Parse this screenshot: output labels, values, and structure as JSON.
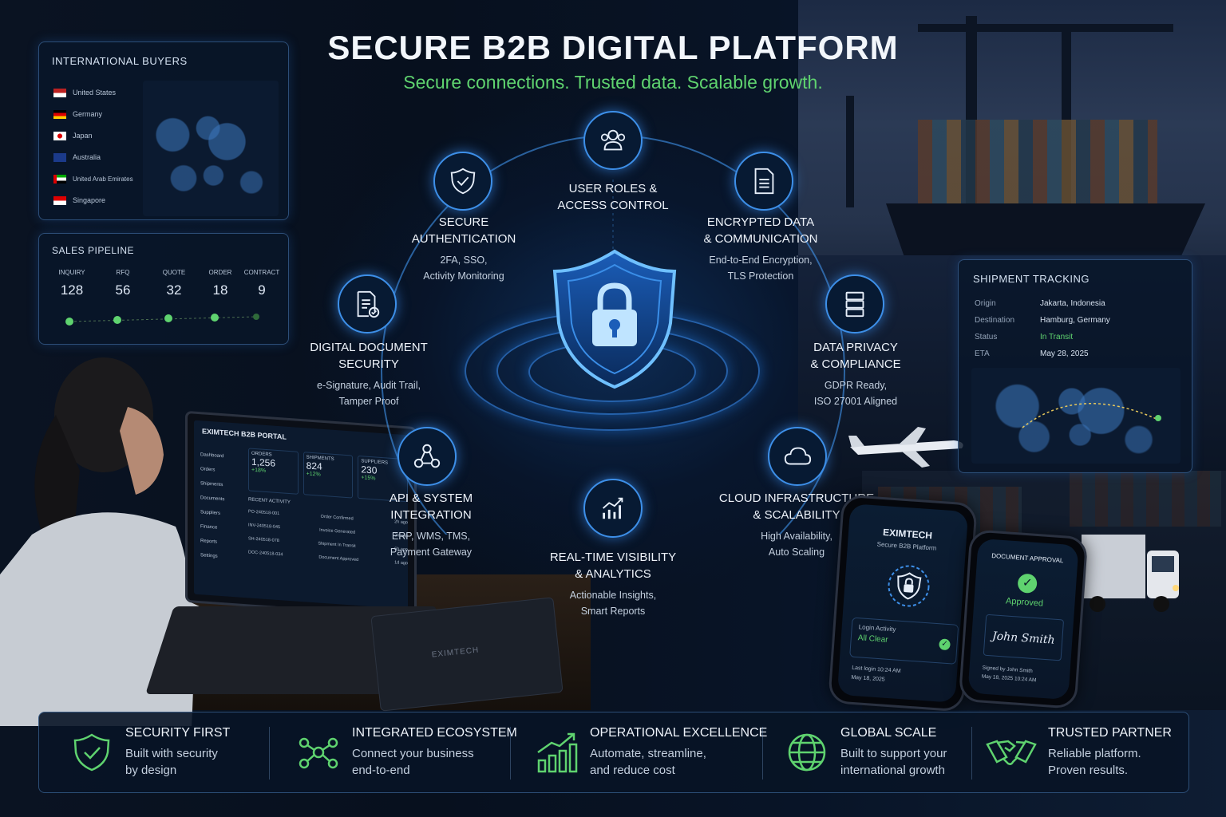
{
  "header": {
    "title": "SECURE B2B DIGITAL PLATFORM",
    "subtitle": "Secure connections. Trusted data. Scalable growth."
  },
  "colors": {
    "accent_blue": "#3d8fe8",
    "accent_green": "#5fd36f",
    "background": "#050d1a"
  },
  "buyers_panel": {
    "title": "INTERNATIONAL BUYERS",
    "countries": [
      "United States",
      "Germany",
      "Japan",
      "Australia",
      "United Arab Emirates",
      "Singapore"
    ]
  },
  "pipeline_panel": {
    "title": "SALES PIPELINE",
    "stages": [
      {
        "label": "INQUIRY",
        "value": "128"
      },
      {
        "label": "RFQ",
        "value": "56"
      },
      {
        "label": "QUOTE",
        "value": "32"
      },
      {
        "label": "ORDER",
        "value": "18"
      },
      {
        "label": "CONTRACT",
        "value": "9"
      }
    ]
  },
  "shipment_panel": {
    "title": "SHIPMENT TRACKING",
    "rows": [
      {
        "label": "Origin",
        "value": "Jakarta, Indonesia"
      },
      {
        "label": "Destination",
        "value": "Hamburg, Germany"
      },
      {
        "label": "Status",
        "value": "In Transit"
      },
      {
        "label": "ETA",
        "value": "May 28, 2025"
      }
    ]
  },
  "features": {
    "user_roles": {
      "title_1": "USER ROLES &",
      "title_2": "ACCESS CONTROL",
      "icon": "users-icon"
    },
    "secure_auth": {
      "title_1": "SECURE",
      "title_2": "AUTHENTICATION",
      "desc_1": "2FA, SSO,",
      "desc_2": "Activity Monitoring",
      "icon": "shield-check-icon"
    },
    "encrypted": {
      "title_1": "ENCRYPTED DATA",
      "title_2": "& COMMUNICATION",
      "desc_1": "End-to-End Encryption,",
      "desc_2": "TLS Protection",
      "icon": "document-icon"
    },
    "doc_security": {
      "title_1": "DIGITAL DOCUMENT",
      "title_2": "SECURITY",
      "desc_1": "e-Signature, Audit Trail,",
      "desc_2": "Tamper Proof",
      "icon": "document-check-icon"
    },
    "privacy": {
      "title_1": "DATA PRIVACY",
      "title_2": "& COMPLIANCE",
      "desc_1": "GDPR Ready,",
      "desc_2": "ISO 27001 Aligned",
      "icon": "server-icon"
    },
    "api": {
      "title_1": "API & SYSTEM",
      "title_2": "INTEGRATION",
      "desc_1": "ERP, WMS, TMS,",
      "desc_2": "Payment Gateway",
      "icon": "network-icon"
    },
    "cloud": {
      "title_1": "CLOUD INFRASTRUCTURE",
      "title_2": "& SCALABILITY",
      "desc_1": "High Availability,",
      "desc_2": "Auto Scaling",
      "icon": "cloud-icon"
    },
    "realtime": {
      "title_1": "REAL-TIME VISIBILITY",
      "title_2": "& ANALYTICS",
      "desc_1": "Actionable Insights,",
      "desc_2": "Smart Reports",
      "icon": "chart-icon"
    }
  },
  "portal": {
    "title": "EXIMTECH B2B PORTAL",
    "nav": [
      "Dashboard",
      "Orders",
      "Shipments",
      "Documents",
      "Suppliers",
      "Finance",
      "Reports",
      "Settings"
    ],
    "stats": [
      {
        "label": "ORDERS",
        "value": "1,256",
        "delta": "+18%"
      },
      {
        "label": "SHIPMENTS",
        "value": "824",
        "delta": "+12%"
      },
      {
        "label": "SUPPLIERS",
        "value": "230",
        "delta": "+15%"
      }
    ],
    "activity_title": "RECENT ACTIVITY",
    "activity": [
      {
        "id": "PO-240518-001",
        "event": "Order Confirmed",
        "time": "2h ago"
      },
      {
        "id": "INV-240518-045",
        "event": "Invoice Generated",
        "time": "3h ago"
      },
      {
        "id": "SH-240518-078",
        "event": "Shipment In Transit",
        "time": "6h ago"
      },
      {
        "id": "DOC-240518-034",
        "event": "Document Approved",
        "time": "1d ago"
      }
    ]
  },
  "notebook": {
    "brand": "EXIMTECH"
  },
  "phone_left": {
    "brand": "EXIMTECH",
    "subtitle": "Secure B2B Platform",
    "login_label": "Login Activity",
    "login_status": "All Clear",
    "last_login": "Last login 10:24 AM",
    "date": "May 18, 2025"
  },
  "phone_right": {
    "title": "DOCUMENT APPROVAL",
    "status": "Approved",
    "signature": "John Smith",
    "signed_by": "Signed by John Smith",
    "signed_at": "May 18, 2025 10:24 AM"
  },
  "bottom_bar": [
    {
      "title": "SECURITY FIRST",
      "line1": "Built with security",
      "line2": "by design",
      "icon": "shield-check-icon"
    },
    {
      "title": "INTEGRATED ECOSYSTEM",
      "line1": "Connect your business",
      "line2": "end-to-end",
      "icon": "network-icon"
    },
    {
      "title": "OPERATIONAL EXCELLENCE",
      "line1": "Automate, streamline,",
      "line2": "and reduce cost",
      "icon": "growth-chart-icon"
    },
    {
      "title": "GLOBAL SCALE",
      "line1": "Built to support your",
      "line2": "international growth",
      "icon": "globe-icon"
    },
    {
      "title": "TRUSTED PARTNER",
      "line1": "Reliable platform.",
      "line2": "Proven results.",
      "icon": "handshake-icon"
    }
  ]
}
